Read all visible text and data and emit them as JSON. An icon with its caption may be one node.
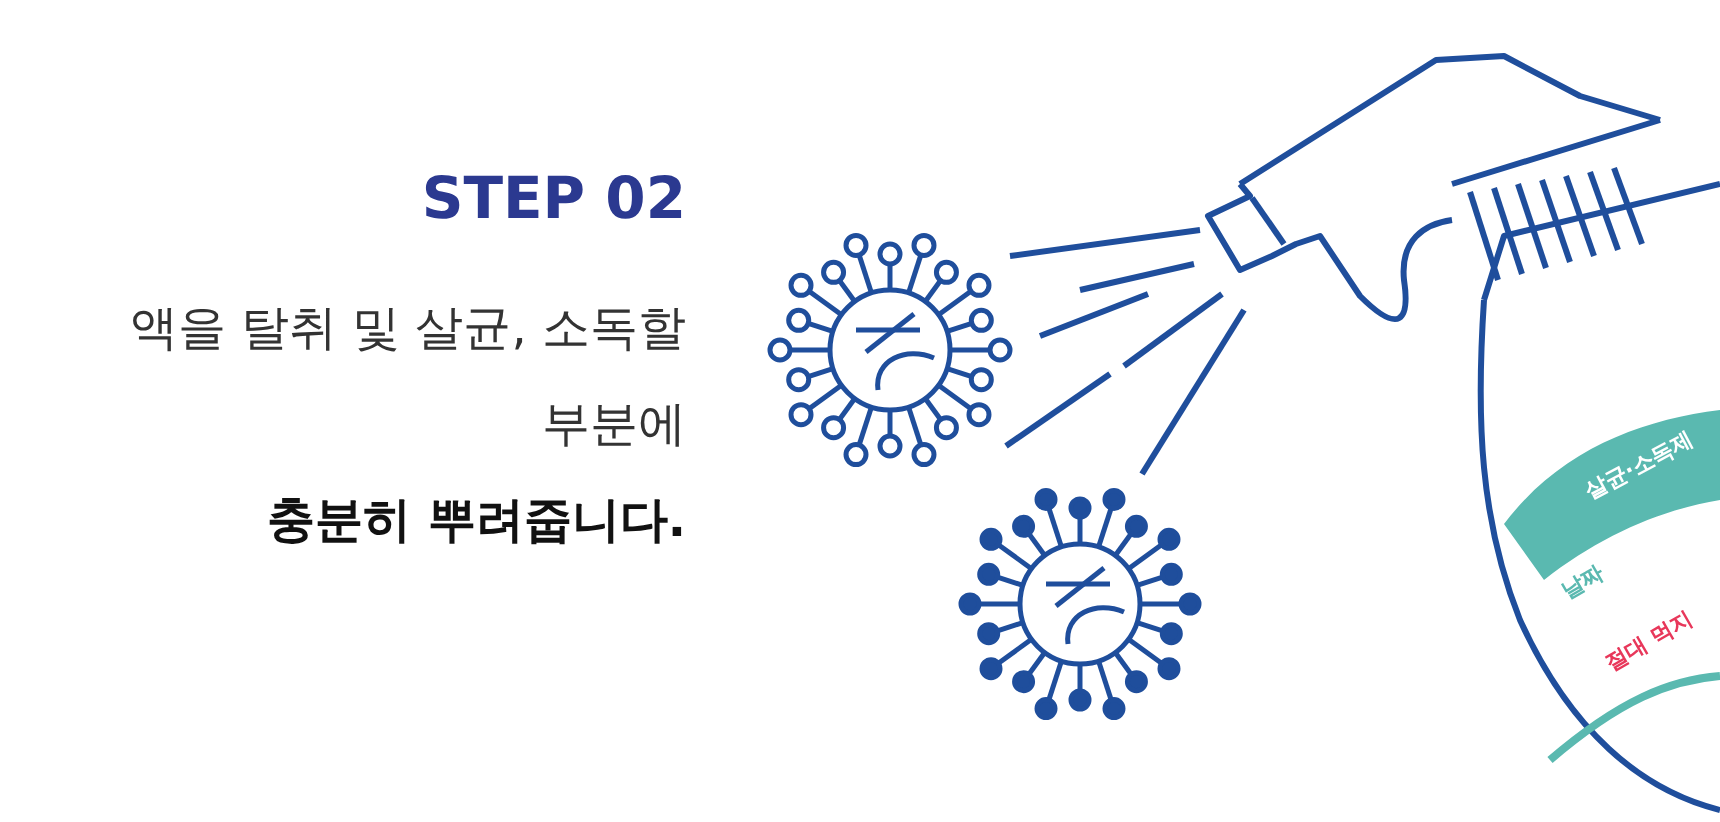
{
  "diagram": {
    "title": "STEP 02",
    "labels": [
      "액을 탈취 및 살균, 소독할 부분에 **충분히 뿌려줍니다.**",
      "살균·소독제",
      "날짜",
      "절대 먹지"
    ]
  }
}
